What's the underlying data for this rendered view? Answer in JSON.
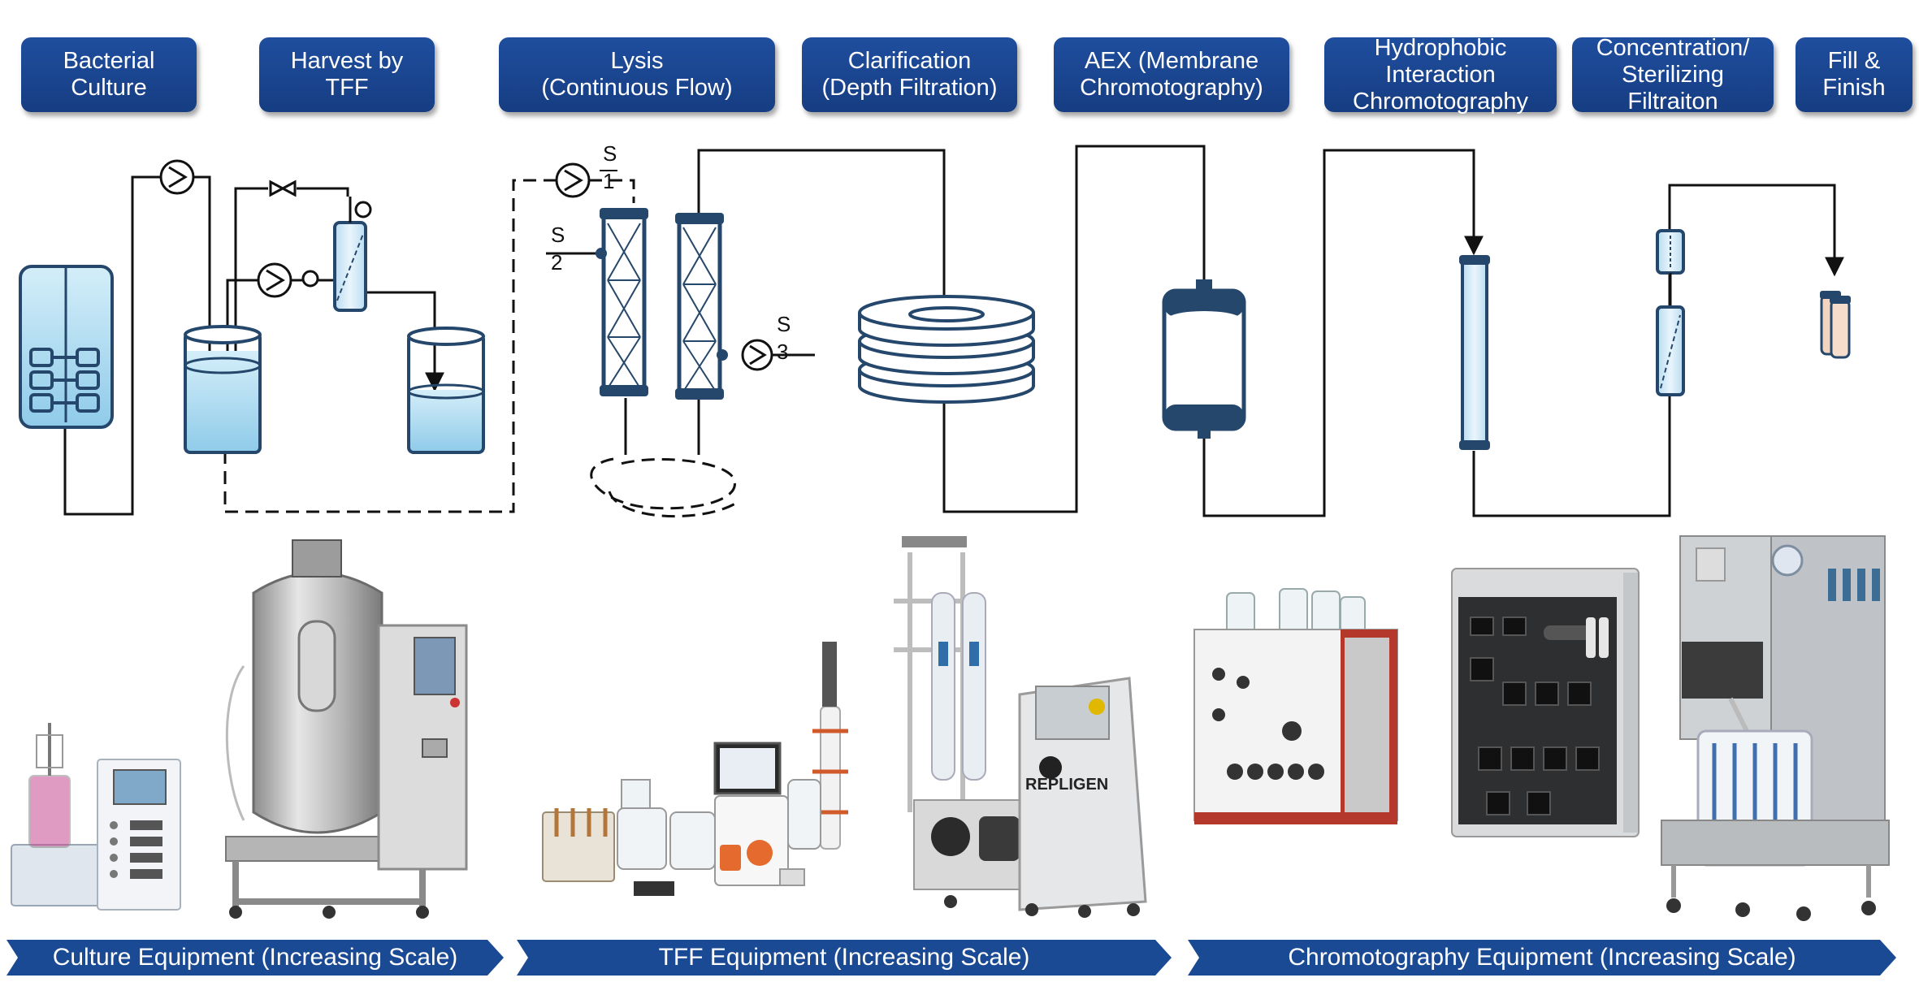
{
  "steps": [
    {
      "label": "Bacterial\nCulture"
    },
    {
      "label": "Harvest by\nTFF"
    },
    {
      "label": "Lysis\n(Continuous Flow)"
    },
    {
      "label": "Clarification\n(Depth Filtration)"
    },
    {
      "label": "AEX (Membrane\nChromotography)"
    },
    {
      "label": "Hydrophobic\nInteraction\nChromotography"
    },
    {
      "label": "Concentration/\nSterilizing\nFiltraiton"
    },
    {
      "label": "Fill &\nFinish"
    }
  ],
  "sample_points": [
    {
      "letter": "S",
      "number": "1"
    },
    {
      "letter": "S",
      "number": "2"
    },
    {
      "letter": "S",
      "number": "3"
    }
  ],
  "equipment_photos": [
    {
      "icon": "benchtop-bioreactor-icon"
    },
    {
      "icon": "pilot-bioreactor-icon"
    },
    {
      "icon": "benchtop-tff-system-icon"
    },
    {
      "icon": "repligen-tff-skid-icon",
      "brand": "REPLIGEN"
    },
    {
      "icon": "benchtop-chromatography-system-icon"
    },
    {
      "icon": "process-chromatography-system-icon"
    },
    {
      "icon": "large-scale-chromatography-skid-icon"
    }
  ],
  "banners": [
    {
      "label": "Culture Equipment (Increasing Scale)"
    },
    {
      "label": "TFF Equipment (Increasing Scale)"
    },
    {
      "label": "Chromotography Equipment (Increasing Scale)"
    }
  ],
  "colors": {
    "header_blue": "#1f4e9e",
    "banner_blue": "#1a4a94",
    "equipment_navy": "#24476b",
    "liquid_blue": "#a8d8ef",
    "line": "#111111"
  }
}
